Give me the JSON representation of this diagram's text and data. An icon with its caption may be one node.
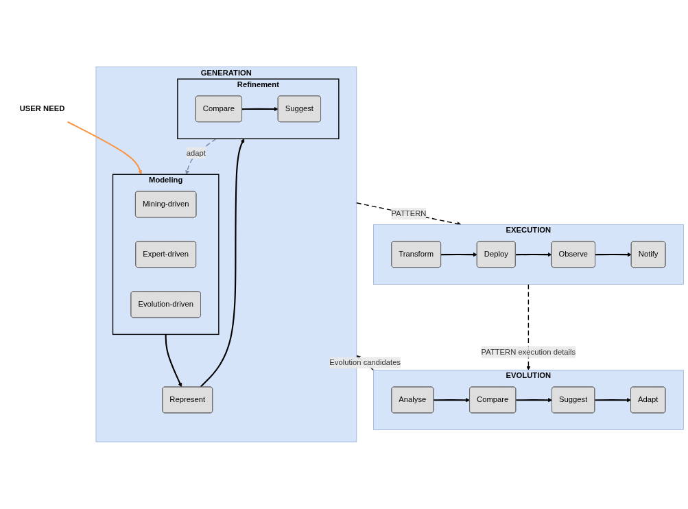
{
  "diagram": {
    "nodes": [
      {
        "text": [
          "USER NEED"
        ]
      },
      {
        "text": [
          "GENERATION"
        ]
      },
      {
        "text": [
          "Modeling"
        ],
        "in": 1
      },
      {
        "text": [
          "Mining-driven"
        ],
        "in": 2
      },
      {
        "text": [
          "Expert-driven"
        ],
        "in": 2
      },
      {
        "text": [
          "Evolution-driven"
        ],
        "in": 2
      },
      {
        "text": [
          "Represent"
        ],
        "in": 1
      },
      {
        "text": [
          "Refinement"
        ],
        "in": 1
      },
      {
        "text": [
          "Compare"
        ],
        "in": 7
      },
      {
        "text": [
          "Suggest"
        ],
        "in": 7
      },
      {
        "text": [
          "EXECUTION"
        ]
      },
      {
        "text": [
          "Transform"
        ],
        "in": 10
      },
      {
        "text": [
          "Deploy"
        ],
        "in": 10
      },
      {
        "text": [
          "Observe"
        ],
        "in": 10
      },
      {
        "text": [
          "Notify"
        ],
        "in": 10
      },
      {
        "text": [
          "EVOLUTION"
        ]
      },
      {
        "text": [
          "Analyse"
        ],
        "in": 15
      },
      {
        "text": [
          "Compare"
        ],
        "in": 15
      },
      {
        "text": [
          "Suggest"
        ],
        "in": 15
      },
      {
        "text": [
          "Adapt"
        ],
        "in": 15
      }
    ],
    "edges": [
      {
        "from": 0,
        "to": 2,
        "arrow": "to",
        "color": "#f79646"
      },
      {
        "from": 2,
        "to": 6,
        "arrow": "to"
      },
      {
        "from": 6,
        "to": 7,
        "arrow": "to"
      },
      {
        "from": 8,
        "to": 9,
        "arrow": "to"
      },
      {
        "from": 7,
        "to": 2,
        "arrow": "to",
        "label": "adapt",
        "style": "dashed",
        "color": "#7a8aa8"
      },
      {
        "from": 1,
        "to": 10,
        "arrow": "to",
        "label": "PATTERN",
        "style": "dashed"
      },
      {
        "from": 11,
        "to": 12,
        "arrow": "to"
      },
      {
        "from": 12,
        "to": 13,
        "arrow": "to"
      },
      {
        "from": 13,
        "to": 14,
        "arrow": "to"
      },
      {
        "from": 10,
        "to": 15,
        "arrow": "to",
        "label": "PATTERN execution details",
        "style": "dashed"
      },
      {
        "from": 16,
        "to": 17,
        "arrow": "to"
      },
      {
        "from": 17,
        "to": 18,
        "arrow": "to"
      },
      {
        "from": 18,
        "to": 19,
        "arrow": "to"
      },
      {
        "from": 15,
        "to": 1,
        "arrow": "to",
        "label": "Evolution candidates",
        "style": "dashed"
      }
    ]
  }
}
